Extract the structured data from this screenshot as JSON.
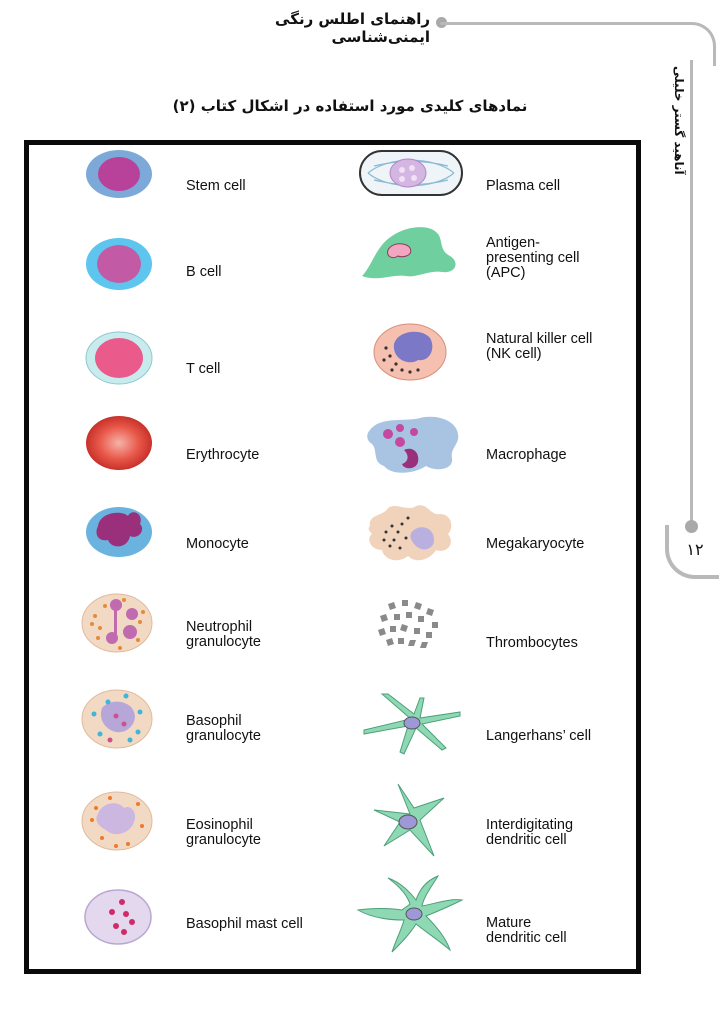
{
  "header": {
    "title": "راهنمای اطلس رنگی ایمنی‌شناسی",
    "side_label": "آناهید گستر خلیلی",
    "page_number": "۱۲"
  },
  "section_title": "نمادهای کلیدی مورد استفاده در اشکال کتاب (۲)",
  "left_column": [
    {
      "label": "Stem cell",
      "icon": "stem-cell-icon"
    },
    {
      "label": "B cell",
      "icon": "b-cell-icon"
    },
    {
      "label": "T cell",
      "icon": "t-cell-icon"
    },
    {
      "label": "Erythrocyte",
      "icon": "erythrocyte-icon"
    },
    {
      "label": "Monocyte",
      "icon": "monocyte-icon"
    },
    {
      "label_lines": [
        "Neutrophil",
        "granulocyte"
      ],
      "icon": "neutrophil-icon"
    },
    {
      "label_lines": [
        "Basophil",
        "granulocyte"
      ],
      "icon": "basophil-icon"
    },
    {
      "label_lines": [
        "Eosinophil",
        "granulocyte"
      ],
      "icon": "eosinophil-icon"
    },
    {
      "label": "Basophil mast cell",
      "icon": "mast-cell-icon"
    }
  ],
  "right_column": [
    {
      "label": "Plasma cell",
      "icon": "plasma-cell-icon"
    },
    {
      "label_lines": [
        "Antigen-",
        "presenting cell",
        "(APC)"
      ],
      "icon": "apc-icon"
    },
    {
      "label_lines": [
        "Natural killer cell",
        "(NK cell)"
      ],
      "icon": "nk-cell-icon"
    },
    {
      "label": "Macrophage",
      "icon": "macrophage-icon"
    },
    {
      "label": "Megakaryocyte",
      "icon": "megakaryocyte-icon"
    },
    {
      "label": "Thrombocytes",
      "icon": "thrombocytes-icon"
    },
    {
      "label": "Langerhans’ cell",
      "icon": "langerhans-icon"
    },
    {
      "label_lines": [
        "Interdigitating",
        "dendritic cell"
      ],
      "icon": "interdigitating-icon"
    },
    {
      "label_lines": [
        "Mature",
        "dendritic cell"
      ],
      "icon": "mature-dendritic-icon"
    }
  ]
}
